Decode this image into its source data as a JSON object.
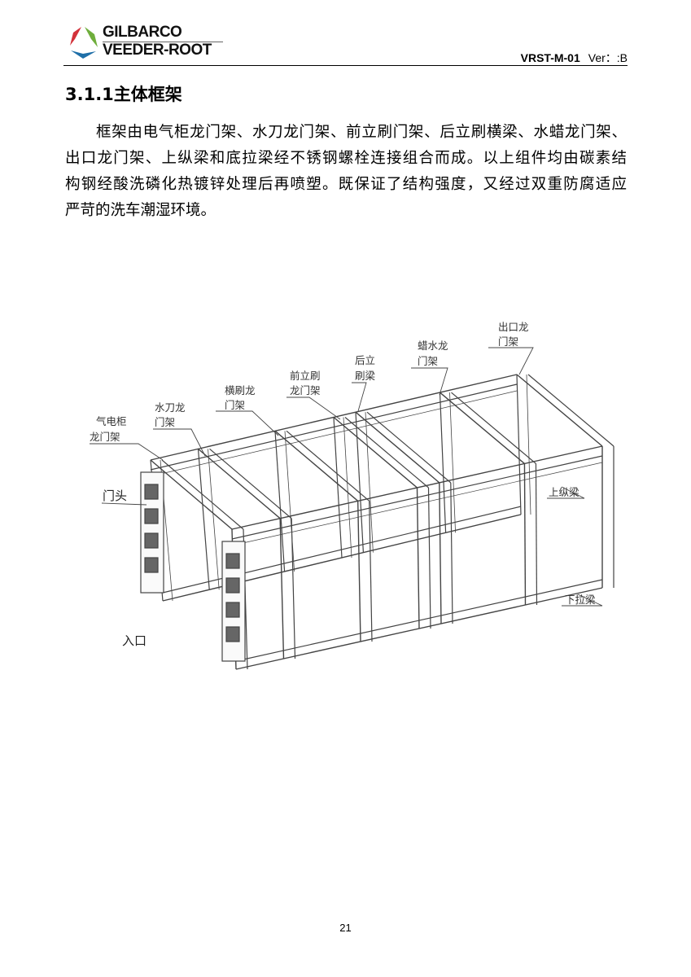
{
  "header": {
    "logo_line1": "GILBARCO",
    "logo_line2": "VEEDER-ROOT",
    "doc_id": "VRST-M-01",
    "version": "Ver：:B"
  },
  "section_title": "3.1.1主体框架",
  "paragraph_lines": [
    "框架由电气柜龙门架、水刀龙门架、前立刷门架、后立刷横梁、水蜡龙门架、",
    "出口龙门架、上纵梁和底拉梁经不锈钢螺栓连接组合而成。以上组件均由碳素结",
    "构钢经酸洗磷化热镀锌处理后再喷塑。既保证了结构强度，又经过双重防腐适应",
    "严苛的洗车潮湿环境。"
  ],
  "figure": {
    "labels": {
      "electric_gantry": [
        "气电柜",
        "龙门架"
      ],
      "waterjet_gantry": [
        "水刀龙",
        "门架"
      ],
      "horizontal_brush_gantry": [
        "横刷龙",
        "门架"
      ],
      "front_vertical_brush_gantry": [
        "前立刷",
        "龙门架"
      ],
      "rear_vertical_brush_beam": [
        "后立",
        "刷梁"
      ],
      "wax_water_gantry": [
        "蜡水龙",
        "门架"
      ],
      "exit_gantry": [
        "出口龙",
        "门架"
      ],
      "door_head": "门头",
      "upper_longitudinal_beam": "上纵梁",
      "lower_tie_beam": "下拉梁",
      "entrance": "入口"
    }
  },
  "page_number": "21"
}
